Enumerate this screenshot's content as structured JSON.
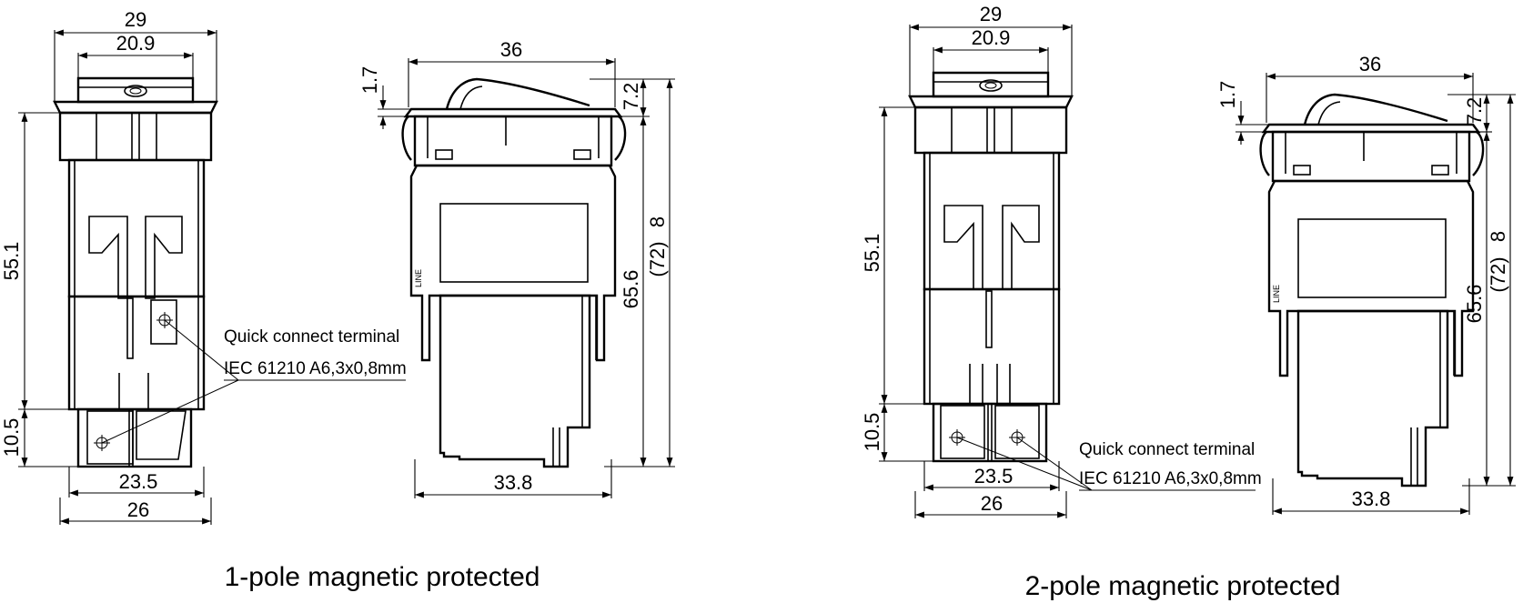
{
  "views": [
    {
      "caption": "1-pole magnetic protected",
      "front": {
        "width_outer": "29",
        "width_inner": "20.9",
        "height": "55.1",
        "terminal_height": "10.5",
        "terminal_spacing": "23.5",
        "body_width": "26"
      },
      "side": {
        "length": "36",
        "offset": "1.7",
        "rocker_height": "7.2",
        "total_height": "65.6",
        "overall_height": "(72)",
        "extra": "8",
        "base_length": "33.8"
      },
      "terminal_note": [
        "Quick connect terminal",
        "IEC 61210 A6,3x0,8mm"
      ],
      "label_mark": "LINE"
    },
    {
      "caption": "2-pole magnetic protected",
      "front": {
        "width_outer": "29",
        "width_inner": "20.9",
        "height": "55.1",
        "terminal_height": "10.5",
        "terminal_spacing": "23.5",
        "body_width": "26"
      },
      "side": {
        "length": "36",
        "offset": "1.7",
        "rocker_height": "7.2",
        "total_height": "65.6",
        "overall_height": "(72)",
        "extra": "8",
        "base_length": "33.8"
      },
      "terminal_note": [
        "Quick connect terminal",
        "IEC 61210 A6,3x0,8mm"
      ],
      "label_mark": "LINE"
    }
  ]
}
